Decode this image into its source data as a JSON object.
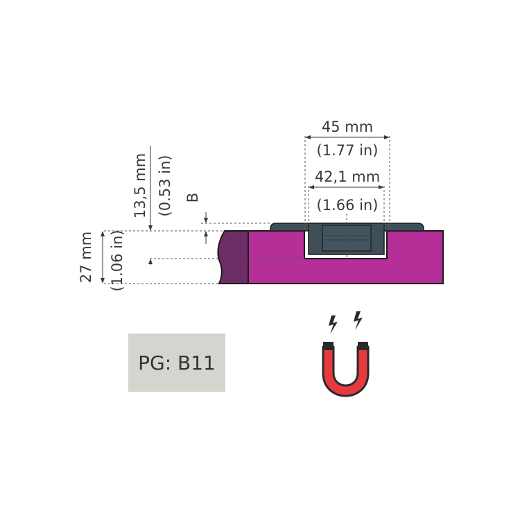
{
  "dimensions": {
    "width_mm": "45 mm",
    "width_in": "(1.77 in)",
    "inner_width_mm": "42,1 mm",
    "inner_width_in": "(1.66 in)",
    "depth_mm": "13,5 mm",
    "depth_in": "(0.53 in)",
    "offset_label": "B",
    "thickness_mm": "27 mm",
    "thickness_in": "(1.06 in)"
  },
  "product_group": {
    "label": "PG: B11"
  },
  "colors": {
    "panel": "#b42f98",
    "panel_end": "#6d2d66",
    "fitting": "#3f4f58",
    "magnet_red": "#e8393f",
    "magnet_dark": "#2a2a2a",
    "pg_background": "#d6d4cf"
  },
  "icons": {
    "magnet": "magnet-icon"
  }
}
